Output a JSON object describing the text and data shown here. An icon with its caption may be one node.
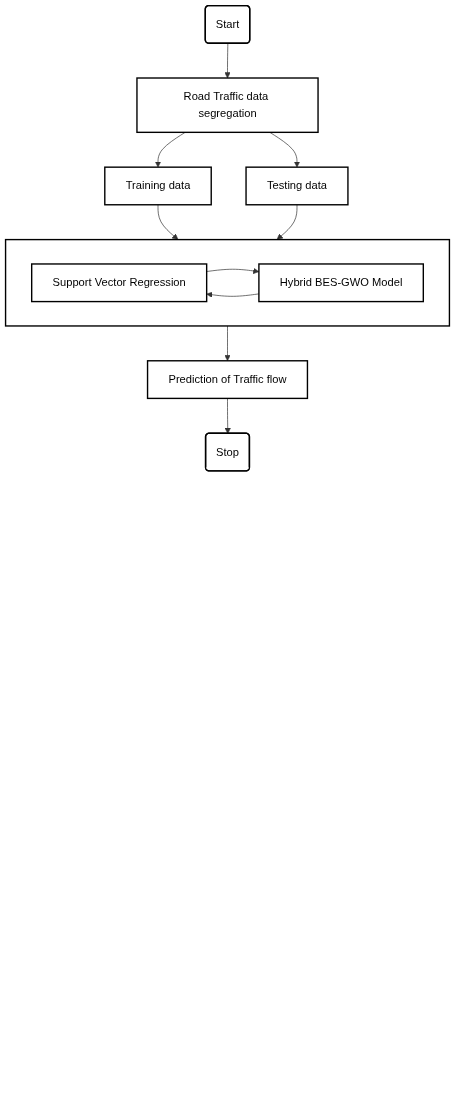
{
  "diagram": {
    "nodes": [
      {
        "text": [
          "Start"
        ]
      },
      {
        "text": [
          "Road Traffic data segregation"
        ]
      },
      {
        "text": [
          "Training data"
        ]
      },
      {
        "text": [
          "Testing data"
        ]
      },
      {
        "text": [],
        "shape": "box"
      },
      {
        "text": [
          "Support Vector Regression"
        ],
        "in": 4
      },
      {
        "text": [
          "Hybrid BES-GWO Model"
        ],
        "in": 4
      },
      {
        "text": [
          "Prediction of Traffic flow"
        ]
      },
      {
        "text": [
          "Stop"
        ]
      }
    ],
    "edges": [
      {
        "from": 0,
        "to": 1,
        "arrow": "to"
      },
      {
        "from": 1,
        "to": 2,
        "arrow": "to"
      },
      {
        "from": 1,
        "to": 3,
        "arrow": "to"
      },
      {
        "from": 2,
        "to": 4,
        "arrow": "to"
      },
      {
        "from": 3,
        "to": 4,
        "arrow": "to"
      },
      {
        "from": 5,
        "to": 6,
        "arrow": "to"
      },
      {
        "from": 6,
        "to": 5,
        "arrow": "to"
      },
      {
        "from": 4,
        "to": 7,
        "arrow": "to"
      },
      {
        "from": 7,
        "to": 8,
        "arrow": "to"
      }
    ]
  }
}
